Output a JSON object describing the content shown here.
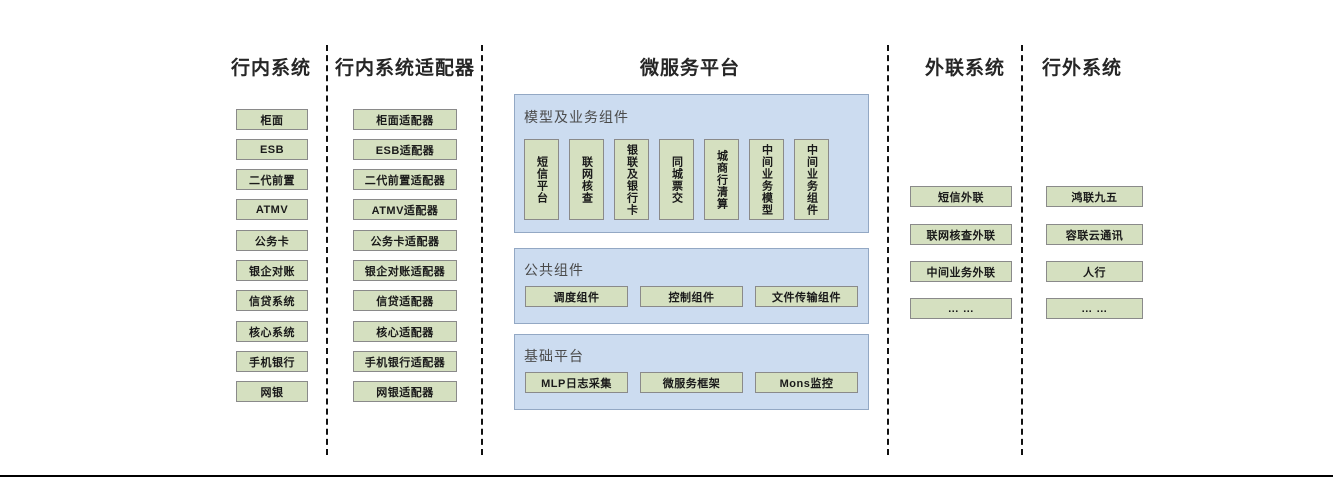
{
  "diagram": {
    "title_internal_systems": "行内系统",
    "title_internal_adapters": "行内系统适配器",
    "title_microservice_platform": "微服务平台",
    "title_external_link_systems": "外联系统",
    "title_outside_bank_systems": "行外系统",
    "colors": {
      "node_fill": "#d5e0c0",
      "node_border": "#8a8a8a",
      "panel_fill": "#ccdcf0",
      "panel_border": "#93a8c4",
      "divider": "#111111",
      "title_text": "#262626",
      "panel_title_text": "#4a4a4a"
    },
    "columns": {
      "internal_systems": {
        "header": "行内系统",
        "items": [
          "柜面",
          "ESB",
          "二代前置",
          "ATMV",
          "公务卡",
          "银企对账",
          "信贷系统",
          "核心系统",
          "手机银行",
          "网银"
        ]
      },
      "internal_adapters": {
        "header": "行内系统适配器",
        "items": [
          "柜面适配器",
          "ESB适配器",
          "二代前置适配器",
          "ATMV适配器",
          "公务卡适配器",
          "银企对账适配器",
          "信贷适配器",
          "核心适配器",
          "手机银行适配器",
          "网银适配器"
        ]
      },
      "external_link_systems": {
        "header": "外联系统",
        "items": [
          "短信外联",
          "联网核查外联",
          "中间业务外联",
          "… …"
        ]
      },
      "outside_bank_systems": {
        "header": "行外系统",
        "items": [
          "鸿联九五",
          "容联云通讯",
          "人行",
          "… …"
        ]
      }
    },
    "microservice_platform": {
      "header": "微服务平台",
      "panels": [
        {
          "title": "模型及业务组件",
          "orientation": "vertical",
          "items": [
            "短信平台",
            "联网核查",
            "银联及银行卡",
            "同城票交",
            "城商行清算",
            "中间业务模型",
            "中间业务组件"
          ]
        },
        {
          "title": "公共组件",
          "orientation": "horizontal",
          "items": [
            "调度组件",
            "控制组件",
            "文件传输组件"
          ]
        },
        {
          "title": "基础平台",
          "orientation": "horizontal",
          "items": [
            "MLP日志采集",
            "微服务框架",
            "Mons监控"
          ]
        }
      ]
    }
  }
}
